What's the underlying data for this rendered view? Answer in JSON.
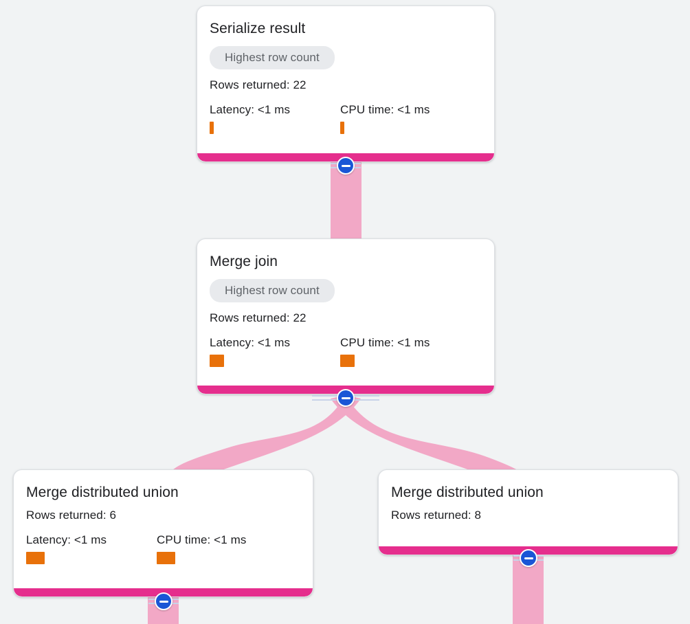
{
  "canvas": {
    "background_color": "#f1f3f4",
    "edge_color": "#f2a8c6",
    "footer_color": "#e52e8d",
    "bar_color": "#e8710a",
    "toggle_color": "#1a56d6",
    "badge_bg_color": "#e8eaed"
  },
  "nodes": [
    {
      "id": "serialize-result",
      "title": "Serialize result",
      "badge": "Highest row count",
      "rows_returned": "Rows returned: 22",
      "latency_label": "Latency: <1 ms",
      "cpu_label": "CPU time: <1 ms",
      "latency_bar_width": 6,
      "latency_bar_height": 18,
      "cpu_bar_width": 6,
      "cpu_bar_height": 18,
      "toggle_name": "collapse-toggle-serialize-result"
    },
    {
      "id": "merge-join",
      "title": "Merge join",
      "badge": "Highest row count",
      "rows_returned": "Rows returned: 22",
      "latency_label": "Latency: <1 ms",
      "cpu_label": "CPU time: <1 ms",
      "latency_bar_width": 21,
      "latency_bar_height": 18,
      "cpu_bar_width": 21,
      "cpu_bar_height": 18,
      "toggle_name": "collapse-toggle-merge-join"
    },
    {
      "id": "merge-distributed-union-left",
      "title": "Merge distributed union",
      "badge": null,
      "rows_returned": "Rows returned: 6",
      "latency_label": "Latency: <1 ms",
      "cpu_label": "CPU time: <1 ms",
      "latency_bar_width": 27,
      "latency_bar_height": 18,
      "cpu_bar_width": 27,
      "cpu_bar_height": 18,
      "toggle_name": "collapse-toggle-merge-distributed-union-left"
    },
    {
      "id": "merge-distributed-union-right",
      "title": "Merge distributed union",
      "badge": null,
      "rows_returned": "Rows returned: 8",
      "latency_label": null,
      "cpu_label": null,
      "toggle_name": "collapse-toggle-merge-distributed-union-right"
    }
  ],
  "toggle": {
    "icon": "minus-icon",
    "state": "expanded"
  }
}
